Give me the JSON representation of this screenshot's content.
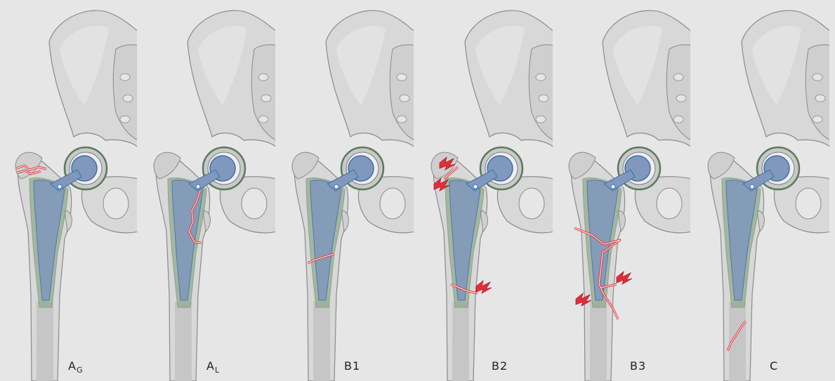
{
  "panels": [
    {
      "main": "A",
      "sub": "G"
    },
    {
      "main": "A",
      "sub": "L"
    },
    {
      "main": "B1",
      "sub": ""
    },
    {
      "main": "B2",
      "sub": ""
    },
    {
      "main": "B3",
      "sub": ""
    },
    {
      "main": "C",
      "sub": ""
    }
  ],
  "colors": {
    "background": "#e6e6e6",
    "bone": "#d8d8d8",
    "bone_outline": "#8a8a8a",
    "cortex_shadow": "#b9b9b9",
    "implant": "#7f98bc",
    "implant_dark": "#3f6fa8",
    "cement": "#8fa98a",
    "fracture": "#e0303a"
  }
}
